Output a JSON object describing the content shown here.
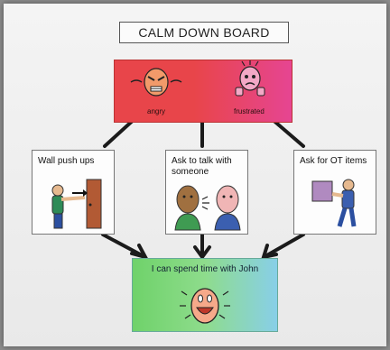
{
  "board": {
    "title": "CALM DOWN BOARD",
    "feelings": [
      {
        "label": "angry",
        "icon": "angry-face-icon"
      },
      {
        "label": "frustrated",
        "icon": "frustrated-person-icon"
      }
    ],
    "strategies": [
      {
        "label": "Wall push ups",
        "icon": "wall-push-up-icon"
      },
      {
        "label": "Ask to talk with someone",
        "icon": "two-people-talking-icon"
      },
      {
        "label": "Ask for OT items",
        "icon": "person-holding-box-icon"
      }
    ],
    "goal": {
      "label": "I can spend time with John",
      "icon": "happy-face-icon"
    }
  }
}
